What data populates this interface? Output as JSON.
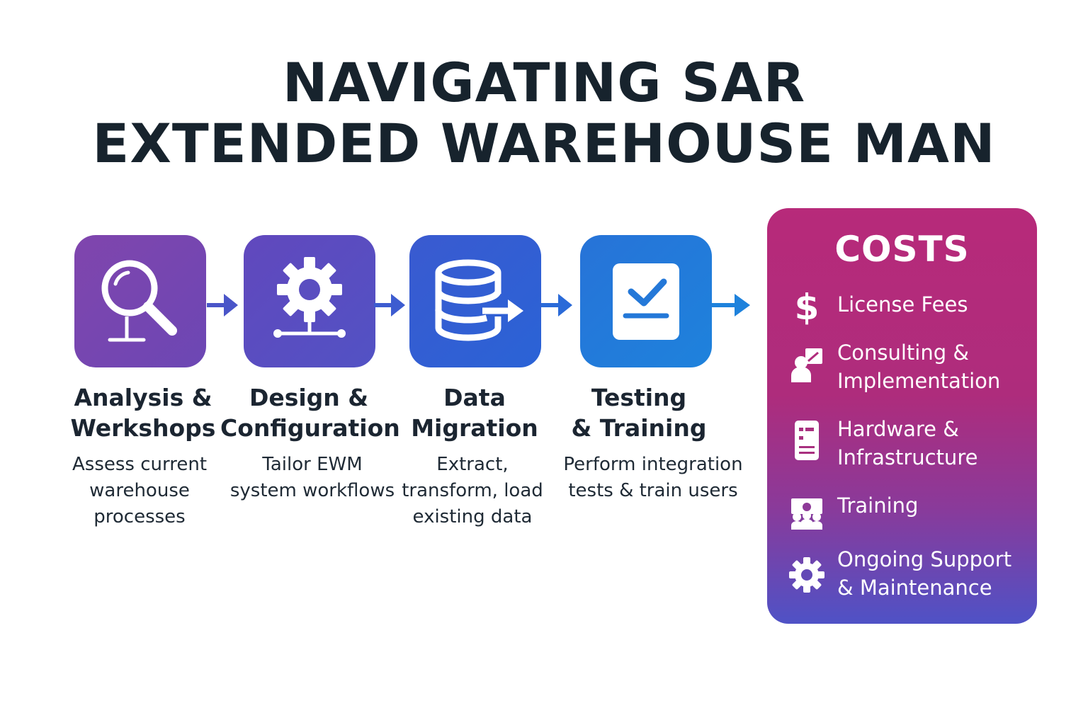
{
  "title": {
    "line1": "NAVIGATING SAR",
    "line2": "EXTENDED WAREHOUSE MAN"
  },
  "colors": {
    "title": "#17232d",
    "step1": "#7a45ad",
    "step2": "#5d4cc0",
    "step3": "#2f5fd0",
    "step4": "#1f7ad8",
    "arrow": "#3a5fd0",
    "costs_top": "#b72a7a",
    "costs_bottom": "#4f52c6"
  },
  "steps": [
    {
      "title_l1": "Analysis &",
      "title_l2": "Werkshops",
      "desc_l1": "Assess current",
      "desc_l2": "warehouse",
      "desc_l3": "processes",
      "icon": "magnifier-icon"
    },
    {
      "title_l1": "Design &",
      "title_l2": "Configuration",
      "desc_l1": "Tailor EWM",
      "desc_l2": "system workflows",
      "icon": "gear-network-icon"
    },
    {
      "title_l1": "Data",
      "title_l2": "Migration",
      "desc_l1": "Extract,",
      "desc_l2": "transform, load",
      "desc_l3": "existing data",
      "icon": "database-arrow-icon"
    },
    {
      "title_l1": "Testing",
      "title_l2": "& Training",
      "desc_l1": "Perform integration",
      "desc_l2": "tests & train users",
      "icon": "checklist-icon"
    }
  ],
  "costs": {
    "title": "COSTS",
    "items": [
      {
        "line1": "License Fees",
        "icon": "dollar-icon"
      },
      {
        "line1": "Consulting &",
        "line2": "Implementation",
        "icon": "consultant-icon"
      },
      {
        "line1": "Hardware &",
        "line2": "Infrastructure",
        "icon": "server-icon"
      },
      {
        "line1": "Training",
        "icon": "group-training-icon"
      },
      {
        "line1": "Ongoing Support",
        "line2": "& Maintenance",
        "icon": "gear-icon"
      }
    ]
  }
}
